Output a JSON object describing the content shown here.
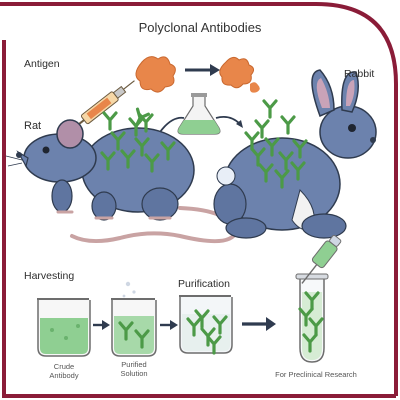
{
  "title": "Polyclonal Antibodies",
  "labels": {
    "antigen": "Antigen",
    "rat": "Rat",
    "rabbit": "Rabbit",
    "harvesting": "Harvesting",
    "purification": "Purification",
    "crude_line1": "Crude",
    "crude_line2": "Antibody",
    "purified_line1": "Purified",
    "purified_line2": "Solution",
    "preclinical": "For Preclinical Research"
  },
  "colors": {
    "frame": "#8a1c38",
    "animal": "#6c82ad",
    "antibody": "#55a34e",
    "antigen": "#e8864a",
    "liquid": "#8fcf92",
    "arrow": "#2f3b4f"
  }
}
